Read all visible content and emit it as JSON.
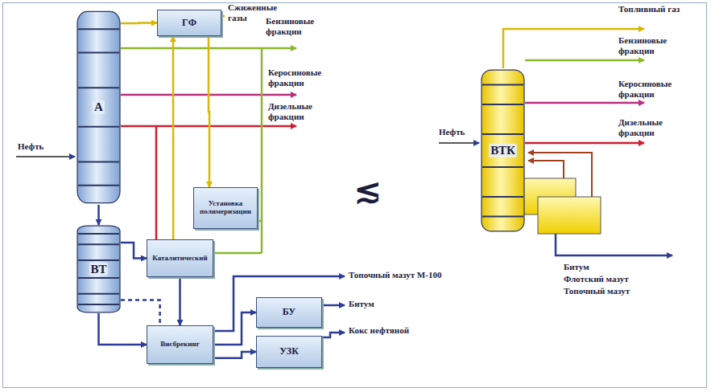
{
  "diagram": {
    "nodes": [
      {
        "text": [
          "А"
        ]
      },
      {
        "text": [
          "ГФ"
        ]
      },
      {
        "text": [
          "ВТ"
        ]
      },
      {
        "text": [
          "Установка полимеризации"
        ]
      },
      {
        "text": [
          "Каталитический"
        ]
      },
      {
        "text": [
          "Висбрекинг"
        ]
      },
      {
        "text": [
          "БУ"
        ]
      },
      {
        "text": [
          "УЗК"
        ]
      },
      {
        "text": [
          "ВТК"
        ]
      }
    ],
    "edges": [
      {
        "from": 0,
        "to": 1,
        "arrow": "to"
      },
      {
        "from": 0,
        "to": 2,
        "arrow": "to"
      },
      {
        "from": 2,
        "to": 4,
        "arrow": "to"
      },
      {
        "from": 2,
        "to": 5,
        "arrow": "to"
      },
      {
        "from": 4,
        "to": 5,
        "arrow": "to"
      },
      {
        "from": 5,
        "to": 6,
        "arrow": "to"
      },
      {
        "from": 5,
        "to": 7,
        "arrow": "to"
      },
      {
        "from": 4,
        "to": 1,
        "arrow": "to"
      },
      {
        "from": 1,
        "to": 3,
        "arrow": "to"
      },
      {
        "from": 2,
        "to": 5,
        "arrow": "none"
      }
    ],
    "labels": [
      "Сжиженные газы",
      "Бензиновые фракции",
      "Керосиновые фракции",
      "Дизельные фракции",
      "Нефть",
      "Топочный мазут М-100",
      "Битум",
      "Кокс нефтяной",
      "≲",
      "Топливный газ",
      "Бензиновые фракции",
      "Керосиновые фракции",
      "Дизельные фракции",
      "Нефть",
      "Битум",
      "Флотский мазут",
      "Топочный мазут"
    ]
  }
}
